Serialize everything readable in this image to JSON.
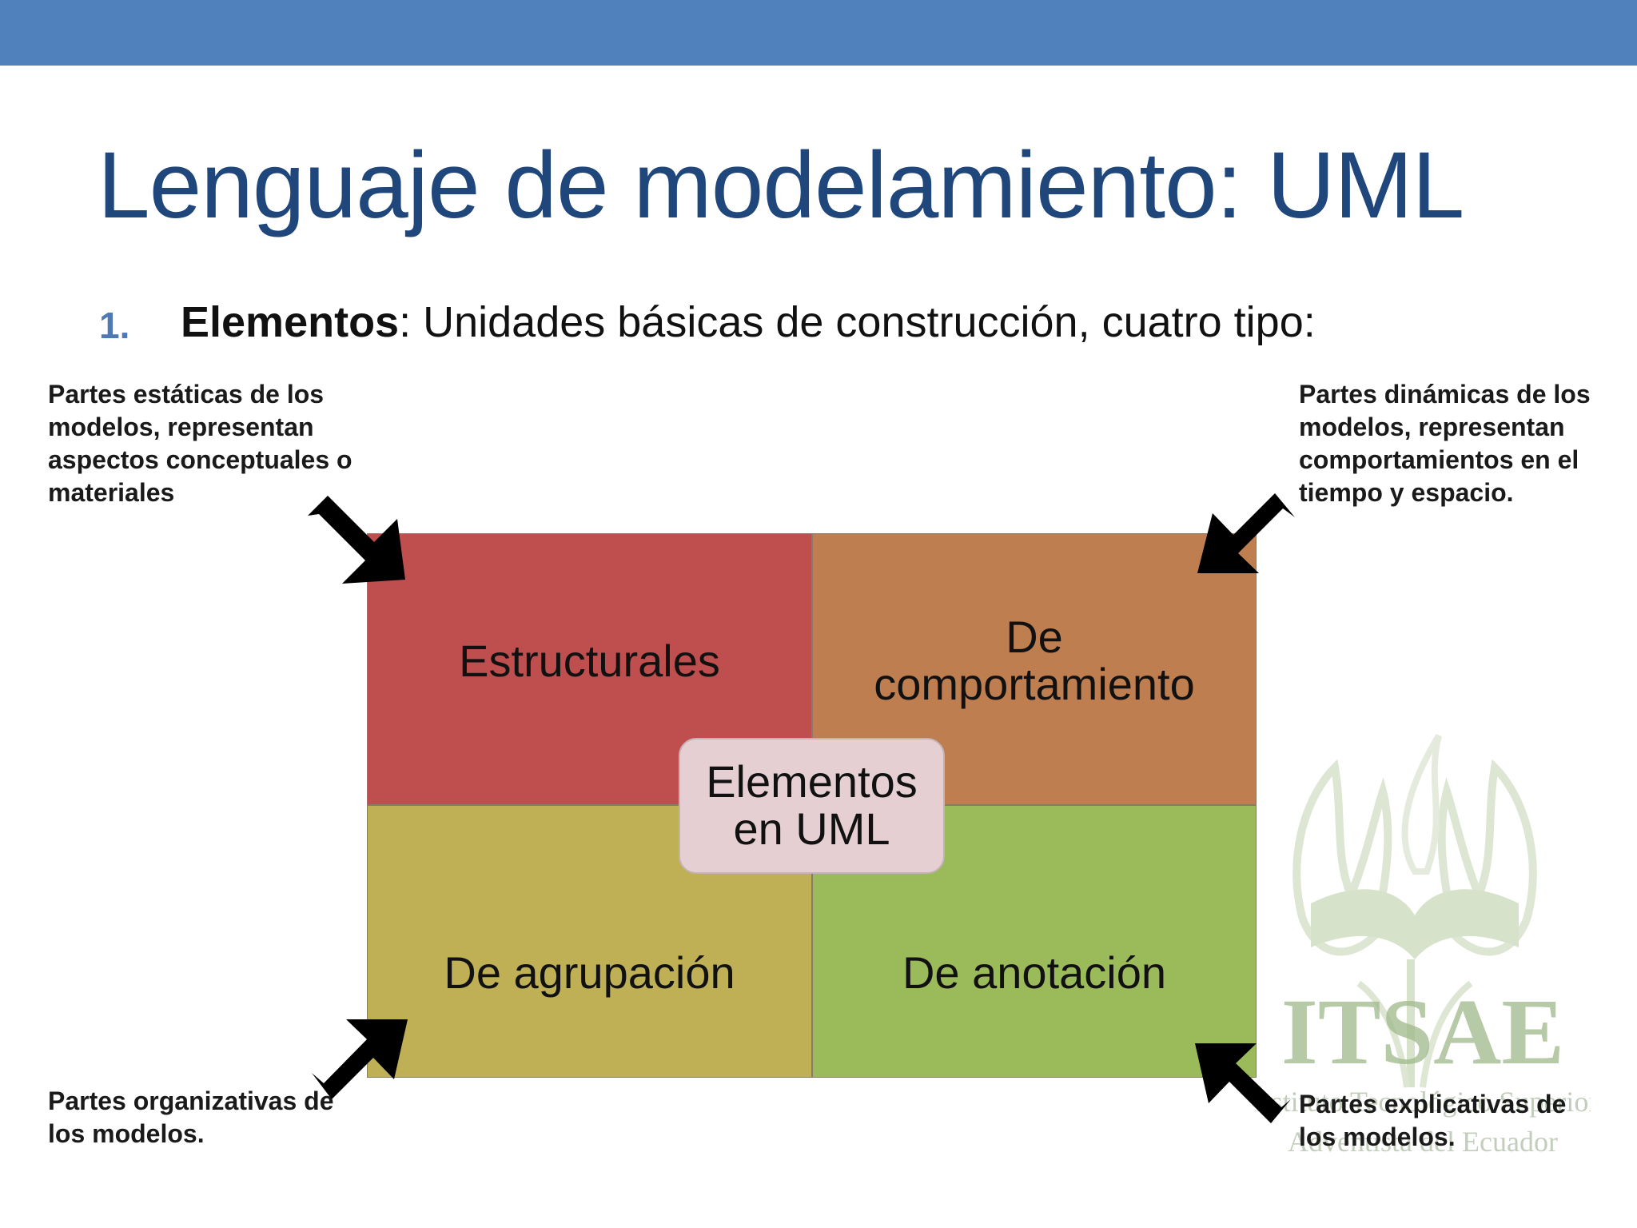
{
  "title": "Lenguaje de modelamiento: UML",
  "bullet": {
    "number": "1.",
    "bold": "Elementos",
    "rest": ": Unidades básicas de construcción, cuatro tipo:"
  },
  "notes": {
    "top_left": "Partes estáticas de los modelos, representan aspectos conceptuales o materiales",
    "top_right": "Partes dinámicas de los modelos, representan comportamientos en el tiempo y espacio.",
    "bottom_left": "Partes organizativas de los modelos.",
    "bottom_right": "Partes explicativas de los modelos."
  },
  "quadrants": {
    "top_left": "Estructurales",
    "top_right": "De comportamiento",
    "bottom_left": "De agrupación",
    "bottom_right": "De anotación"
  },
  "center": "Elementos en UML",
  "logo": {
    "name": "ITSAE",
    "line1": "Instituto Tecnológico Superior",
    "line2": "Adventista del Ecuador"
  },
  "colors": {
    "topbar": "#5081bd",
    "title": "#1f477c",
    "estructurales": "#be4f4e",
    "comportamiento": "#be7e50",
    "agrupacion": "#bfb055",
    "anotacion": "#9bba5a",
    "center": "#e6cfd3"
  }
}
